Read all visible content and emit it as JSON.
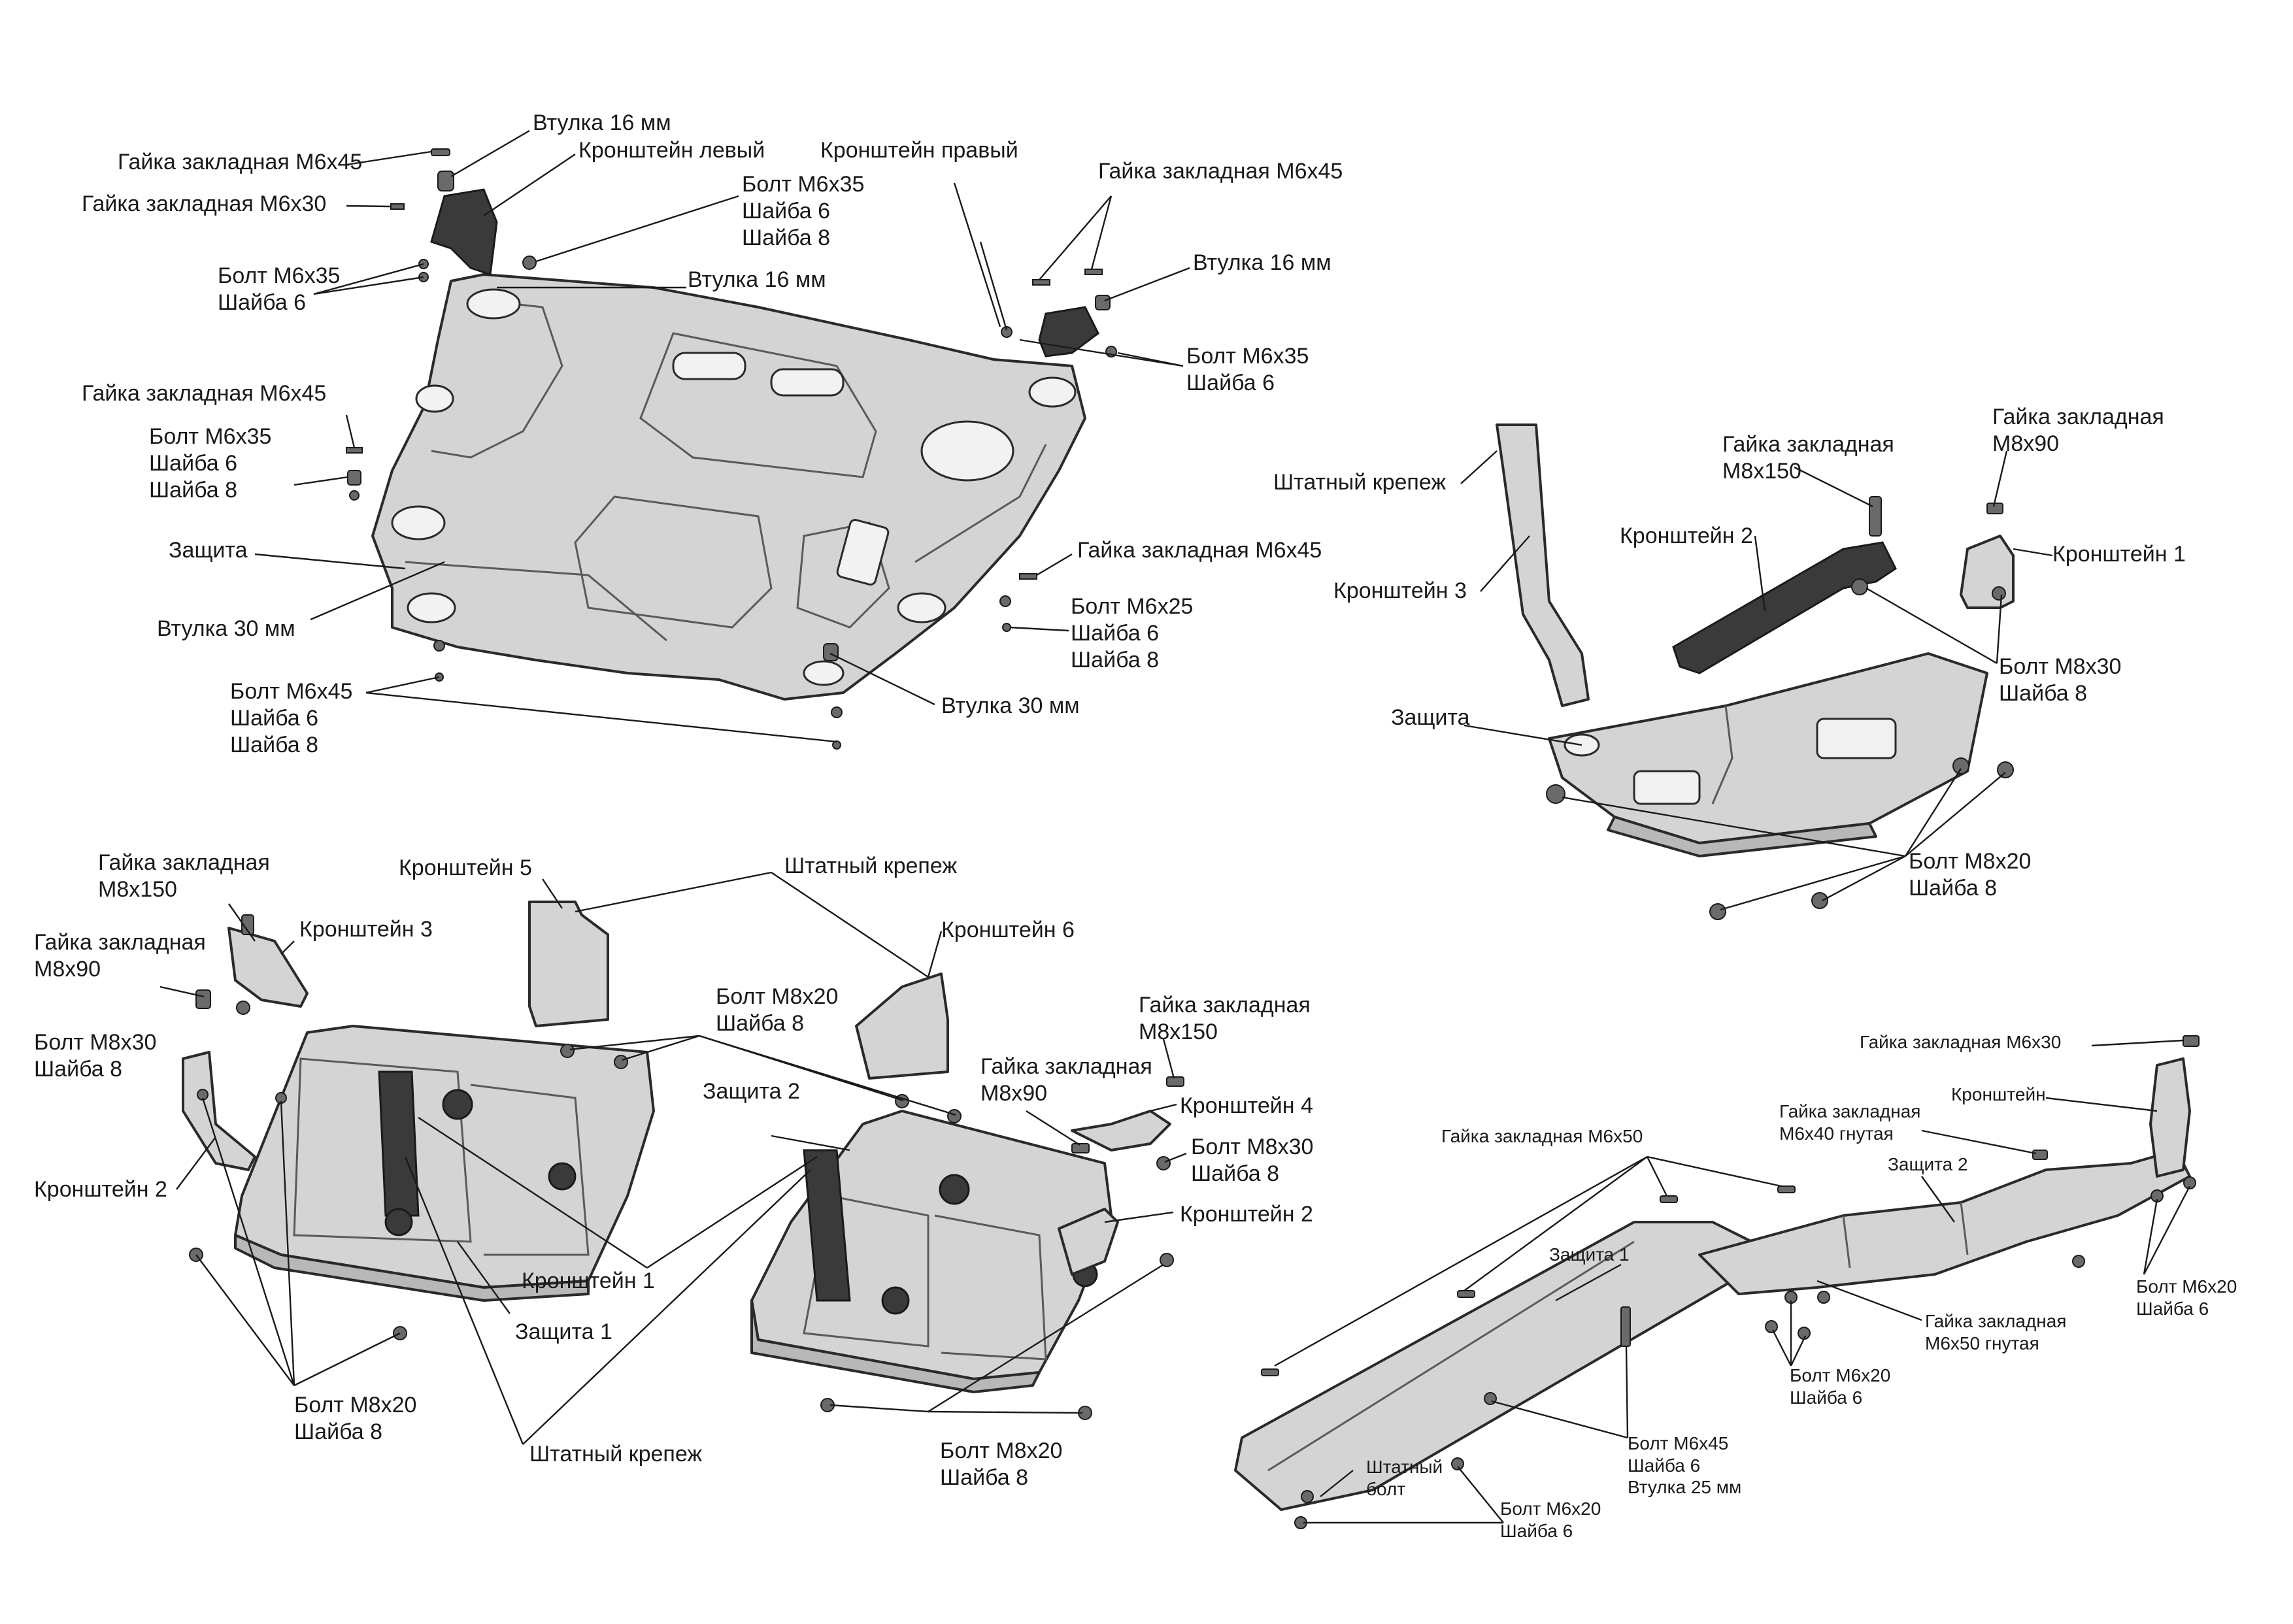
{
  "quadrant1": {
    "labels": [
      {
        "id": "vtulka16_top",
        "lines": [
          "Втулка 16 мм"
        ]
      },
      {
        "id": "gaika_m6x45_top",
        "lines": [
          "Гайка закладная М6х45"
        ]
      },
      {
        "id": "kronshtein_levyi",
        "lines": [
          "Кронштейн левый"
        ]
      },
      {
        "id": "kronshtein_pravyi",
        "lines": [
          "Кронштейн правый"
        ]
      },
      {
        "id": "gaika_m6x30",
        "lines": [
          "Гайка закладная М6х30"
        ]
      },
      {
        "id": "bolt_m6x35_center",
        "lines": [
          "Болт М6х35",
          "Шайба 6",
          "Шайба 8"
        ]
      },
      {
        "id": "gaika_m6x45_right",
        "lines": [
          "Гайка закладная М6х45"
        ]
      },
      {
        "id": "bolt_m6x35_left",
        "lines": [
          "Болт М6х35",
          "Шайба 6"
        ]
      },
      {
        "id": "vtulka16_mid",
        "lines": [
          "Втулка 16 мм"
        ]
      },
      {
        "id": "vtulka16_right",
        "lines": [
          "Втулка 16 мм"
        ]
      },
      {
        "id": "bolt_m6x35_right",
        "lines": [
          "Болт М6х35",
          "Шайба 6"
        ]
      },
      {
        "id": "gaika_m6x45_left",
        "lines": [
          "Гайка закладная М6х45"
        ]
      },
      {
        "id": "bolt_m6x35_left2",
        "lines": [
          "Болт М6х35",
          "Шайба 6",
          "Шайба 8"
        ]
      },
      {
        "id": "zashchita",
        "lines": [
          "Защита"
        ]
      },
      {
        "id": "gaika_m6x45_lower",
        "lines": [
          "Гайка закладная М6х45"
        ]
      },
      {
        "id": "bolt_m6x25",
        "lines": [
          "Болт М6х25",
          "Шайба 6",
          "Шайба 8"
        ]
      },
      {
        "id": "vtulka30_left",
        "lines": [
          "Втулка 30 мм"
        ]
      },
      {
        "id": "bolt_m6x45",
        "lines": [
          "Болт М6х45",
          "Шайба 6",
          "Шайба 8"
        ]
      },
      {
        "id": "vtulka30_right",
        "lines": [
          "Втулка 30 мм"
        ]
      }
    ]
  },
  "quadrant2": {
    "labels": [
      {
        "id": "gaika_m8x90",
        "lines": [
          "Гайка закладная",
          "М8х90"
        ]
      },
      {
        "id": "gaika_m8x150",
        "lines": [
          "Гайка закладная",
          "М8х150"
        ]
      },
      {
        "id": "shtatnyi_krepezh",
        "lines": [
          "Штатный крепеж"
        ]
      },
      {
        "id": "kronshtein_2",
        "lines": [
          "Кронштейн 2"
        ]
      },
      {
        "id": "kronshtein_1",
        "lines": [
          "Кронштейн 1"
        ]
      },
      {
        "id": "kronshtein_3",
        "lines": [
          "Кронштейн 3"
        ]
      },
      {
        "id": "bolt_m8x30",
        "lines": [
          "Болт М8х30",
          "Шайба 8"
        ]
      },
      {
        "id": "zashchita",
        "lines": [
          "Защита"
        ]
      },
      {
        "id": "bolt_m8x20",
        "lines": [
          "Болт М8х20",
          "Шайба 8"
        ]
      }
    ]
  },
  "quadrant3": {
    "labels": [
      {
        "id": "gaika_m8x150",
        "lines": [
          "Гайка закладная",
          "М8х150"
        ]
      },
      {
        "id": "kronshtein_5",
        "lines": [
          "Кронштейн 5"
        ]
      },
      {
        "id": "shtatnyi_krepezh_top",
        "lines": [
          "Штатный крепеж"
        ]
      },
      {
        "id": "gaika_m8x90",
        "lines": [
          "Гайка закладная",
          "М8х90"
        ]
      },
      {
        "id": "kronshtein_3",
        "lines": [
          "Кронштейн 3"
        ]
      },
      {
        "id": "kronshtein_6",
        "lines": [
          "Кронштейн 6"
        ]
      },
      {
        "id": "bolt_m8x20_top",
        "lines": [
          "Болт М8х20",
          "Шайба 8"
        ]
      },
      {
        "id": "bolt_m8x30",
        "lines": [
          "Болт М8х30",
          "Шайба 8"
        ]
      },
      {
        "id": "gaika_m8x150_right",
        "lines": [
          "Гайка закладная",
          "М8х150"
        ]
      },
      {
        "id": "gaika_m8x90_right",
        "lines": [
          "Гайка закладная",
          "М8х90"
        ]
      },
      {
        "id": "zashchita_2",
        "lines": [
          "Защита 2"
        ]
      },
      {
        "id": "kronshtein_4",
        "lines": [
          "Кронштейн 4"
        ]
      },
      {
        "id": "bolt_m8x30_right",
        "lines": [
          "Болт М8х30",
          "Шайба 8"
        ]
      },
      {
        "id": "kronshtein_2_left",
        "lines": [
          "Кронштейн 2"
        ]
      },
      {
        "id": "kronshtein_2_right",
        "lines": [
          "Кронштейн 2"
        ]
      },
      {
        "id": "kronshtein_1",
        "lines": [
          "Кронштейн 1"
        ]
      },
      {
        "id": "zashchita_1",
        "lines": [
          "Защита 1"
        ]
      },
      {
        "id": "bolt_m8x20_left",
        "lines": [
          "Болт М8х20",
          "Шайба 8"
        ]
      },
      {
        "id": "shtatnyi_krepezh_bottom",
        "lines": [
          "Штатный крепеж"
        ]
      },
      {
        "id": "bolt_m8x20_right",
        "lines": [
          "Болт М8х20",
          "Шайба 8"
        ]
      }
    ]
  },
  "quadrant4": {
    "labels": [
      {
        "id": "gaika_m6x30",
        "lines": [
          "Гайка закладная М6х30"
        ]
      },
      {
        "id": "kronshtein",
        "lines": [
          "Кронштейн"
        ]
      },
      {
        "id": "gaika_m6x50",
        "lines": [
          "Гайка закладная М6х50"
        ]
      },
      {
        "id": "gaika_m6x40_gnutaya",
        "lines": [
          "Гайка закладная",
          "М6х40 гнутая"
        ]
      },
      {
        "id": "zashchita_2",
        "lines": [
          "Защита 2"
        ]
      },
      {
        "id": "zashchita_1",
        "lines": [
          "Защита 1"
        ]
      },
      {
        "id": "bolt_m6x20_right",
        "lines": [
          "Болт М6х20",
          "Шайба 6"
        ]
      },
      {
        "id": "gaika_m6x50_gnutaya",
        "lines": [
          "Гайка закладная",
          "М6х50 гнутая"
        ]
      },
      {
        "id": "bolt_m6x20_mid",
        "lines": [
          "Болт М6х20",
          "Шайба 6"
        ]
      },
      {
        "id": "shtatnyi_bolt",
        "lines": [
          "Штатный",
          "болт"
        ]
      },
      {
        "id": "bolt_m6x45",
        "lines": [
          "Болт М6х45",
          "Шайба 6",
          "Втулка 25 мм"
        ]
      },
      {
        "id": "bolt_m6x20_bottom",
        "lines": [
          "Болт М6х20",
          "Шайба 6"
        ]
      }
    ]
  }
}
